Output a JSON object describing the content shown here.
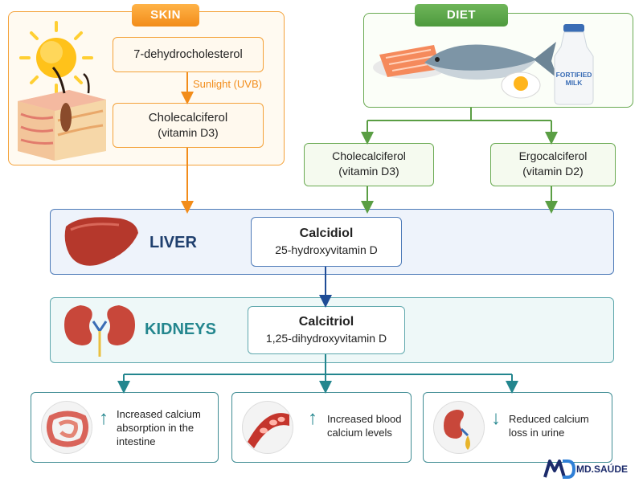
{
  "skin": {
    "title": "SKIN",
    "precursor": "7-dehydrocholesterol",
    "conversion": "Sunlight (UVB)",
    "product_name": "Cholecalciferol",
    "product_sub": "(vitamin D3)"
  },
  "diet": {
    "title": "DIET",
    "milk_label_1": "FORTIFIED",
    "milk_label_2": "MILK",
    "d3_name": "Cholecalciferol",
    "d3_sub": "(vitamin D3)",
    "d2_name": "Ergocalciferol",
    "d2_sub": "(vitamin D2)"
  },
  "liver": {
    "label": "LIVER",
    "product_name": "Calcidiol",
    "product_sub": "25-hydroxyvitamin D"
  },
  "kidneys": {
    "label": "KIDNEYS",
    "product_name": "Calcitriol",
    "product_sub": "1,25-dihydroxyvitamin D"
  },
  "effects": [
    {
      "arrow": "↑",
      "line1": "Increased calcium",
      "line2": "absorption in the",
      "line3": "intestine"
    },
    {
      "arrow": "↑",
      "line1": "Increased blood",
      "line2": "calcium levels",
      "line3": ""
    },
    {
      "arrow": "↓",
      "line1": "Reduced calcium",
      "line2": "loss in urine",
      "line3": ""
    }
  ],
  "logo": {
    "text": "MD.SAÚDE"
  },
  "colors": {
    "skin_accent": "#f4a23a",
    "diet_accent": "#6aaa52",
    "liver_accent": "#4d7ab8",
    "kidney_accent": "#5fa8ad"
  }
}
